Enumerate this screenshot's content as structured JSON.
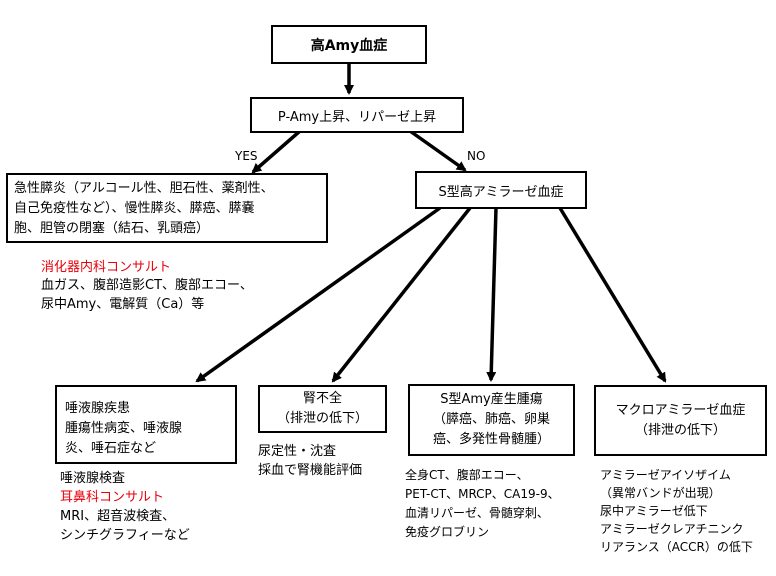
{
  "nodes": {
    "root": "高Amy血症",
    "pamy": "P-Amy上昇、リパーゼ上昇",
    "acute": "急性膵炎（アルコール性、胆石性、薬剤性、\n自己免疫性など）、慢性膵炎、膵癌、膵嚢\n胞、胆管の閉塞（結石、乳頭癌）",
    "stype": "S型高アミラーゼ血症",
    "salivary": "唾液腺疾患\n腫瘍性病変、唾液腺\n炎、唾石症など",
    "renal": "腎不全\n（排泄の低下）",
    "tumor": "S型Amy産生腫瘍\n（膵癌、肺癌、卵巣\n癌、多発性骨髄腫）",
    "macro": "マクロアミラーゼ血症\n（排泄の低下）"
  },
  "edge_labels": {
    "yes": "YES",
    "no": "NO"
  },
  "notes": {
    "gi_consult": "消化器内科コンサルト",
    "gi_tests": "血ガス、腹部造影CT、腹部エコー、\n尿中Amy、電解質（Ca）等",
    "salivary_test": "唾液腺検査",
    "ent_consult": "耳鼻科コンサルト",
    "salivary_imaging": "MRI、超音波検査、\nシンチグラフィーなど",
    "renal_tests": "尿定性・沈査\n採血で腎機能評価",
    "tumor_tests": "全身CT、腹部エコー、\nPET-CT、MRCP、CA19-9、\n血清リパーゼ、骨髄穿刺、\n免疫グロブリン",
    "macro_tests": "アミラーゼアイソザイム\n（異常バンドが出現）\n尿中アミラーゼ低下\nアミラーゼクレアチニンク\nリアランス（ACCR）の低下"
  },
  "colors": {
    "line": "#000000",
    "consult": "#e8000b"
  }
}
